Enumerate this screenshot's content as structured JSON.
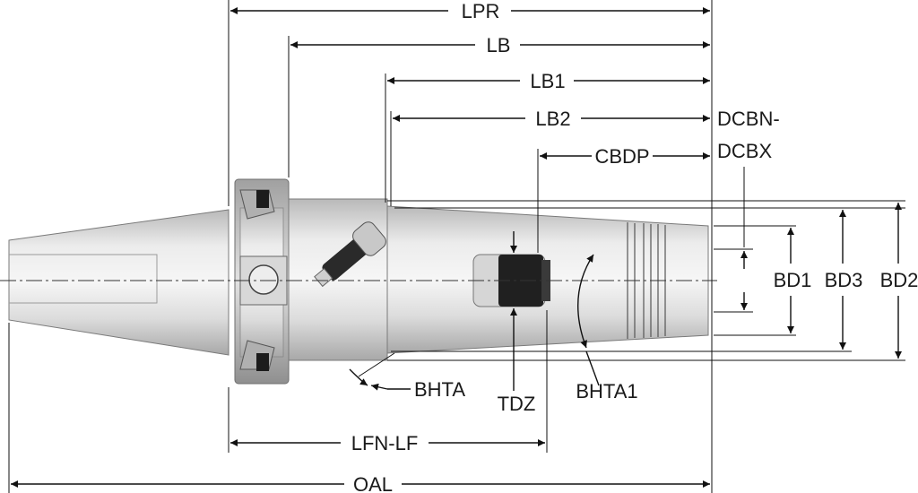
{
  "labels": {
    "lpr": "LPR",
    "lb": "LB",
    "lb1": "LB1",
    "lb2": "LB2",
    "cbdp": "CBDP",
    "dcbn": "DCBN-",
    "dcbx": "DCBX",
    "bd1": "BD1",
    "bd3": "BD3",
    "bd2": "BD2",
    "bhta": "BHTA",
    "tdz": "TDZ",
    "bhta1": "BHTA1",
    "lfn_lf": "LFN-LF",
    "oal": "OAL"
  }
}
